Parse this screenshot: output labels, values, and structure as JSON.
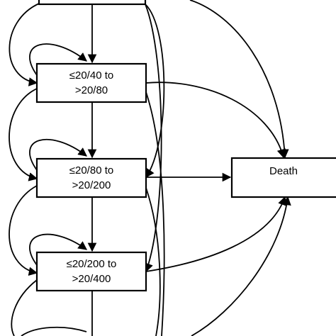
{
  "diagram": {
    "states": [
      {
        "id": "s0",
        "lines": [
          "",
          ""
        ]
      },
      {
        "id": "s1",
        "lines": [
          "≤20/40 to",
          ">20/80"
        ]
      },
      {
        "id": "s2",
        "lines": [
          "≤20/80 to",
          ">20/200"
        ]
      },
      {
        "id": "s3",
        "lines": [
          "≤20/200 to",
          ">20/400"
        ]
      },
      {
        "id": "death",
        "lines": [
          "Death"
        ]
      }
    ],
    "colors": {
      "stroke": "#000000",
      "fill": "#ffffff"
    }
  }
}
